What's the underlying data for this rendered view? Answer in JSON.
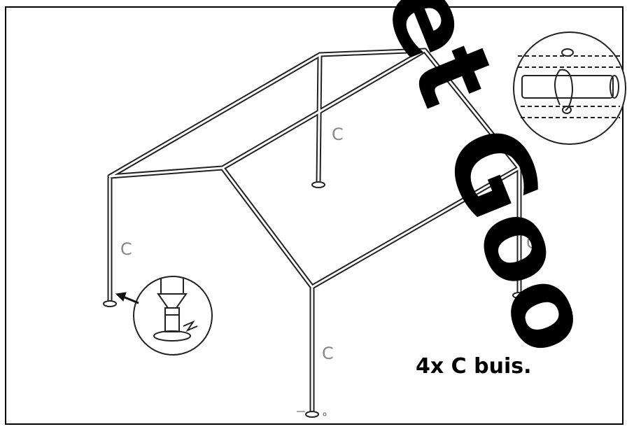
{
  "diagram": {
    "pole_labels": [
      "C",
      "C",
      "C",
      "C"
    ],
    "caption": "4x C buis.",
    "insets": [
      {
        "subject": "foot-plate-detail",
        "pointer": "arrow-left-icon"
      },
      {
        "subject": "tube-clip-detail"
      }
    ],
    "watermark": "et Goo",
    "colors": {
      "frame": "#222222",
      "pole_label": "#888888",
      "watermark": "#000000",
      "caption": "#000000"
    }
  }
}
